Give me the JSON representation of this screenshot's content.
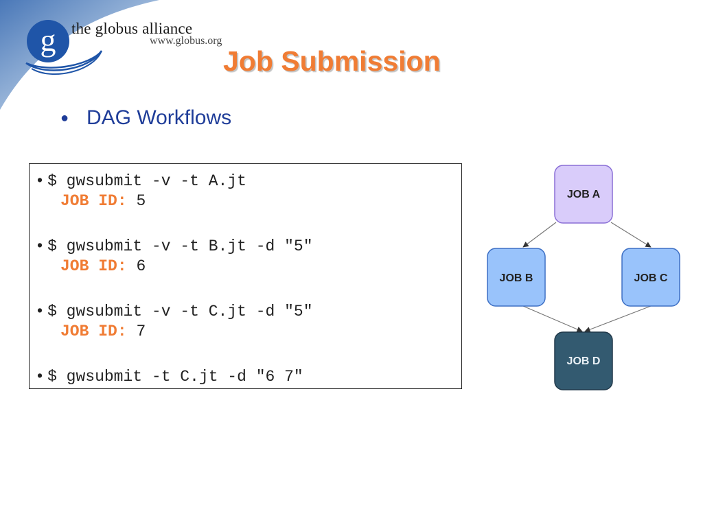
{
  "logo": {
    "mark": "g",
    "name": "the globus alliance",
    "url": "www.globus.org"
  },
  "title": "Job Submission",
  "bullet": "DAG Workflows",
  "commands": [
    {
      "bullet": "•",
      "command": "$ gwsubmit -v -t A.jt",
      "job_id_label": "JOB ID:",
      "job_id": "5"
    },
    {
      "bullet": "•",
      "command": "$ gwsubmit -v -t B.jt -d \"5\"",
      "job_id_label": "JOB ID:",
      "job_id": "6"
    },
    {
      "bullet": "•",
      "command": "$ gwsubmit -v -t C.jt -d \"5\"",
      "job_id_label": "JOB ID:",
      "job_id": "7"
    },
    {
      "bullet": "•",
      "command": "$ gwsubmit -t C.jt -d \"6 7\""
    }
  ],
  "dag": {
    "nodes": [
      {
        "id": "A",
        "label": "JOB A"
      },
      {
        "id": "B",
        "label": "JOB B"
      },
      {
        "id": "C",
        "label": "JOB C"
      },
      {
        "id": "D",
        "label": "JOB D"
      }
    ],
    "edges": [
      [
        "A",
        "B"
      ],
      [
        "A",
        "C"
      ],
      [
        "B",
        "D"
      ],
      [
        "C",
        "D"
      ]
    ]
  },
  "colors": {
    "title": "#f07c34",
    "bullet_text": "#1f3d99",
    "job_a_fill": "#d9ccfa",
    "job_bc_fill": "#99c3fb",
    "job_d_fill": "#335a70"
  }
}
